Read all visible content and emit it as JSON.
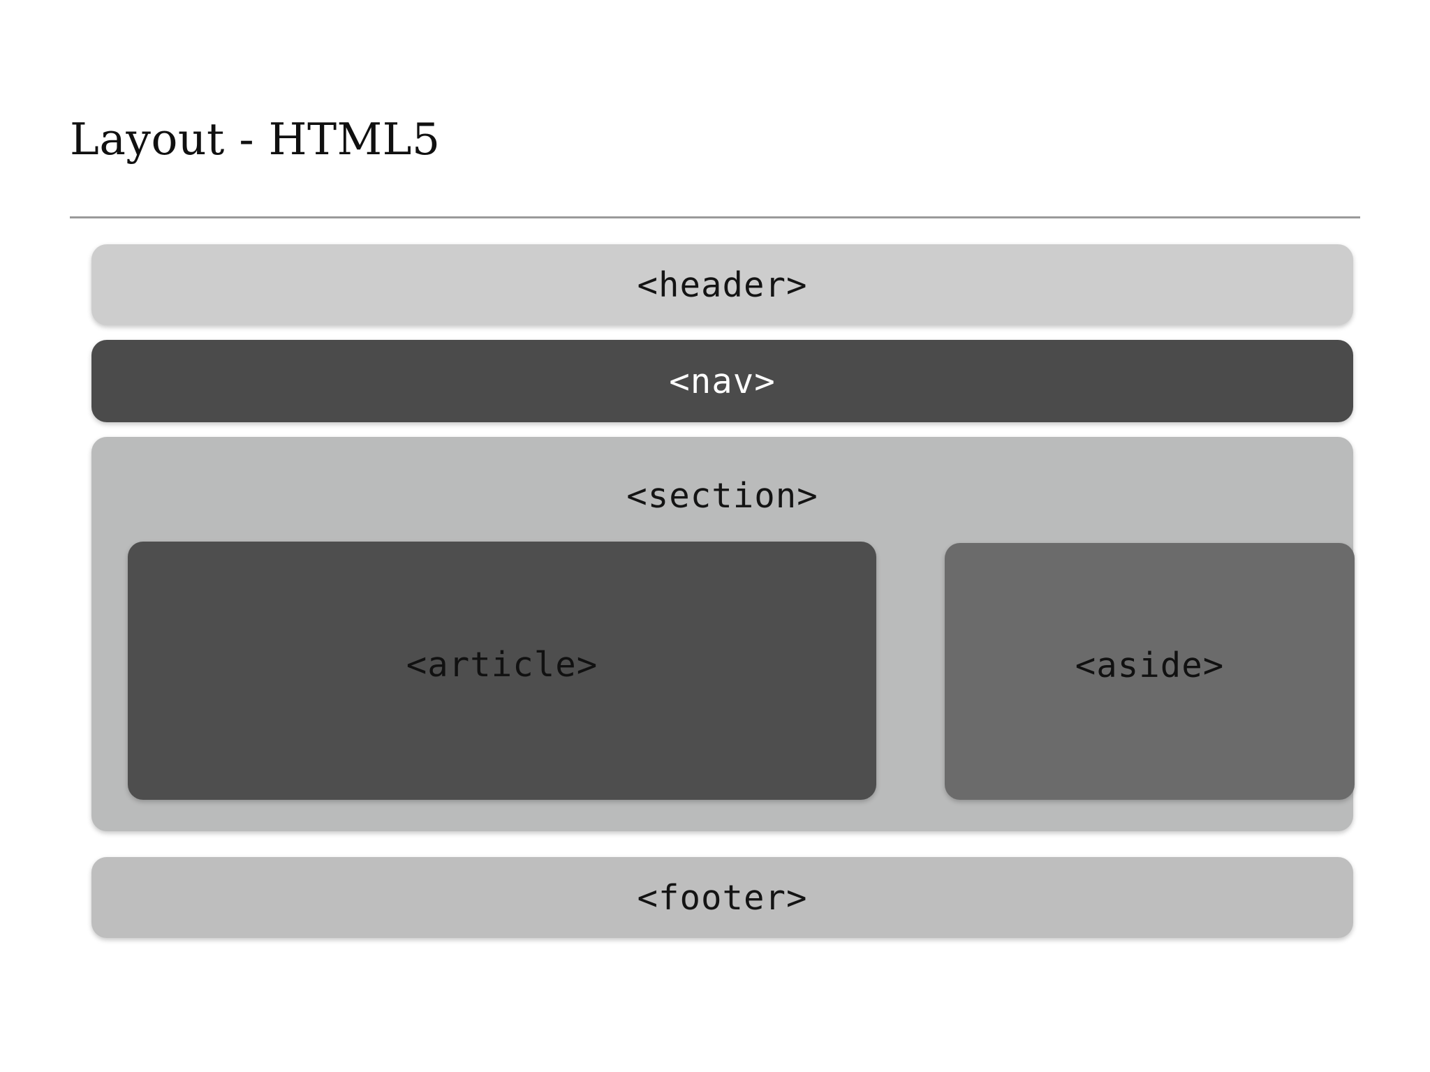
{
  "slide": {
    "title": "Layout - HTML5",
    "background_color": "#ffffff",
    "rule_color": "#9a9a9a"
  },
  "diagram": {
    "type": "html5-page-layout",
    "blocks": [
      {
        "id": "header",
        "label": "<header>",
        "bg_color": "#cdcdcd",
        "text_color": "#141414"
      },
      {
        "id": "nav",
        "label": "<nav>",
        "bg_color": "#4b4b4b",
        "text_color": "#ffffff"
      },
      {
        "id": "section",
        "label": "<section>",
        "bg_color": "#babbbb",
        "text_color": "#141414",
        "children": [
          {
            "id": "article",
            "label": "<article>",
            "bg_color": "#4e4e4e",
            "text_color": "#111111"
          },
          {
            "id": "aside",
            "label": "<aside>",
            "bg_color": "#6b6b6b",
            "text_color": "#111111"
          }
        ]
      },
      {
        "id": "footer",
        "label": "<footer>",
        "bg_color": "#bebebe",
        "text_color": "#141414"
      }
    ]
  }
}
